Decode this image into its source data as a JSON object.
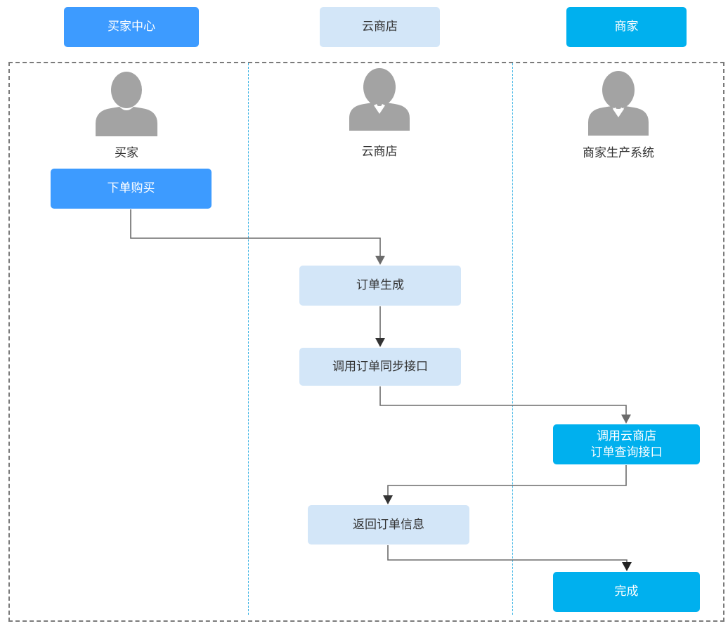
{
  "headers": {
    "buyer_center": "买家中心",
    "cloud_store": "云商店",
    "merchant": "商家"
  },
  "actors": {
    "buyer": "买家",
    "cloud_store": "云商店",
    "merchant_system": "商家生产系统"
  },
  "steps": {
    "place_order": "下单购买",
    "order_generated": "订单生成",
    "call_sync_api": "调用订单同步接口",
    "call_query_api": "调用云商店\n订单查询接口",
    "return_order_info": "返回订单信息",
    "complete": "完成"
  },
  "colors": {
    "header_blue": "#3d9bff",
    "light_blue": "#d3e6f8",
    "cyan": "#00b0ee",
    "person_gray": "#a3a3a3",
    "arrow_gray": "#6b6b6b"
  }
}
